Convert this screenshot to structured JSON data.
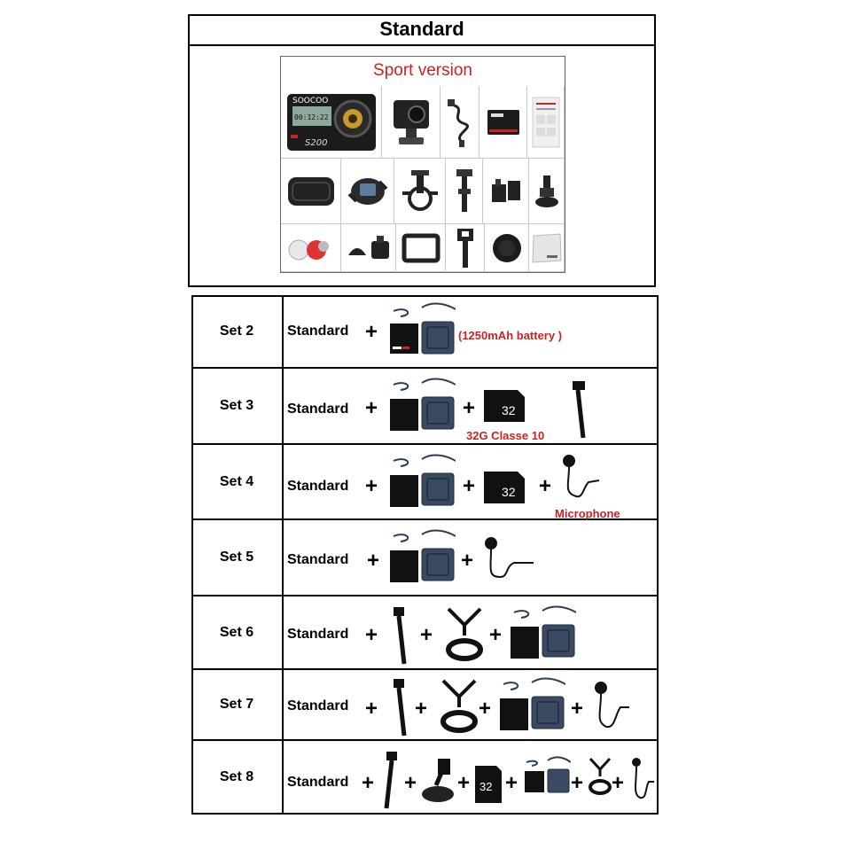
{
  "header": {
    "title": "Standard"
  },
  "sport": {
    "title": "Sport version",
    "camera_brand": "SOOCOO",
    "camera_model": "S200",
    "camera_screen": "00:12:22"
  },
  "sets": [
    {
      "label": "Set 2",
      "base": "Standard",
      "note": "(1250mAh battery )"
    },
    {
      "label": "Set 3",
      "base": "Standard",
      "note": "32G Classe 10"
    },
    {
      "label": "Set 4",
      "base": "Standard",
      "note": "Microphone"
    },
    {
      "label": "Set 5",
      "base": "Standard"
    },
    {
      "label": "Set 6",
      "base": "Standard"
    },
    {
      "label": "Set 7",
      "base": "Standard"
    },
    {
      "label": "Set 8",
      "base": "Standard"
    }
  ],
  "plus_symbol": "+",
  "sd_label": "32",
  "colors": {
    "accent_red": "#d21f1f",
    "border": "#000000",
    "product_dark": "#1b1b1b",
    "charger_blue": "#3b4a63"
  },
  "icons": {
    "battery": "battery-pack-icon",
    "charger": "dual-charger-icon",
    "sd_card": "microsd-card-icon",
    "selfie_stick": "selfie-stick-icon",
    "chest_strap": "chest-strap-icon",
    "microphone": "lapel-microphone-icon",
    "suction": "suction-cup-icon"
  }
}
